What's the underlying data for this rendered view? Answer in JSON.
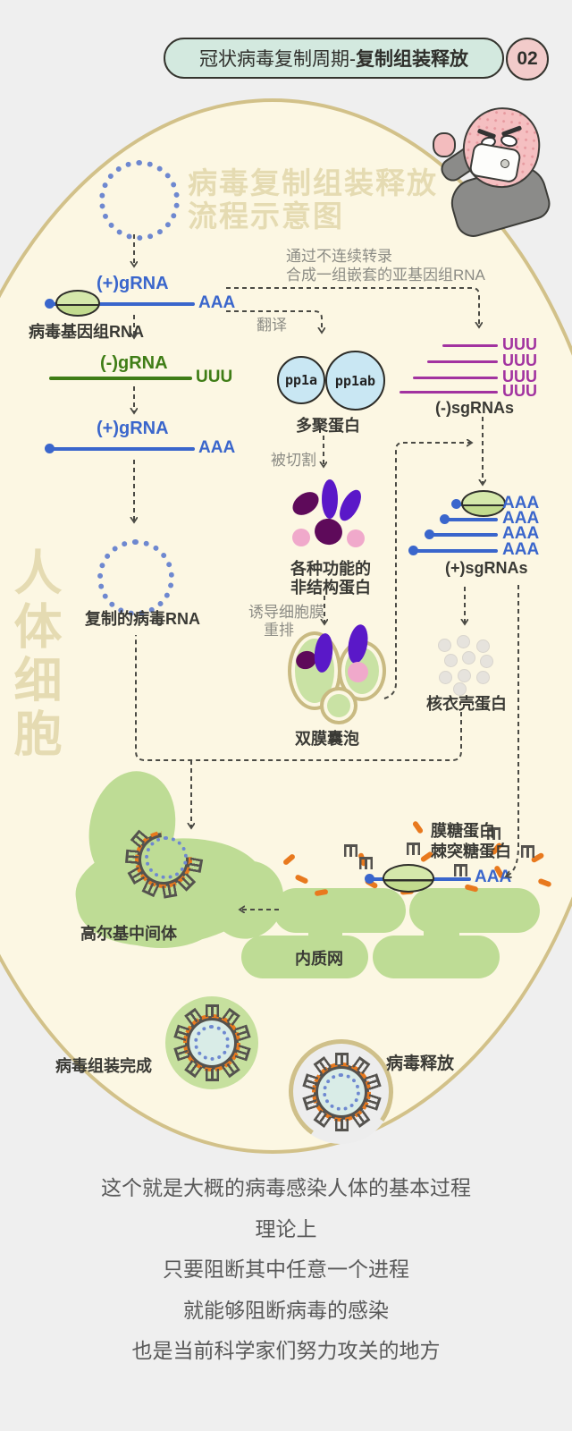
{
  "header": {
    "title_prefix": "冠状病毒复制周期-",
    "title_bold": "复制组装释放",
    "badge": "02"
  },
  "cell": {
    "vertical_label": "人体细胞",
    "diagram_title_line1": "病毒复制组装释放",
    "diagram_title_line2": "流程示意图"
  },
  "rna": {
    "aaa": "AAA",
    "uuu": "UUU"
  },
  "steps": {
    "genome_rna": {
      "name": "(+)gRNA",
      "label": "病毒基因组RNA"
    },
    "neg_grna": {
      "name": "(-)gRNA"
    },
    "pos_grna": {
      "name": "(+)gRNA"
    },
    "replicated_rna": {
      "label": "复制的病毒RNA"
    },
    "transcription_note": {
      "line1": "通过不连续转录",
      "line2": "合成一组嵌套的亚基因组RNA"
    },
    "translate_label": "翻译",
    "polyproteins": {
      "pp1a": "pp1a",
      "pp1ab": "pp1ab",
      "label": "多聚蛋白"
    },
    "cleave_label": "被切割",
    "nsp": {
      "line1": "各种功能的",
      "line2": "非结构蛋白"
    },
    "neg_sgrnas": {
      "label": "(-)sgRNAs"
    },
    "pos_sgrnas": {
      "label": "(+)sgRNAs"
    },
    "induce": {
      "line1": "诱导细胞膜",
      "line2": "重排"
    },
    "dmv": {
      "label": "双膜囊泡"
    },
    "nucleocapsid": {
      "label": "核衣壳蛋白"
    },
    "golgi": {
      "label": "高尔基中间体"
    },
    "er": {
      "label": "内质网"
    },
    "legend": {
      "membrane": "膜糖蛋白",
      "spike": "棘突糖蛋白"
    },
    "assembled": {
      "label": "病毒组装完成"
    },
    "released": {
      "label": "病毒释放"
    }
  },
  "footer": {
    "lines": [
      "这个就是大概的病毒感染人体的基本过程",
      "理论上",
      "只要阻断其中任意一个进程",
      "就能够阻断病毒的感染",
      "也是当前科学家们努力攻关的地方"
    ]
  },
  "colors": {
    "accent_blue": "#3a66cc",
    "accent_green": "#3f7d16",
    "accent_purple": "#a233a0",
    "violet": "#5a18c8",
    "dark_purple": "#5e0a5a",
    "pink": "#f0a9cb",
    "orange": "#e8791e",
    "cell_fill": "#fcf7e3",
    "cell_border": "#d2c189",
    "organelle_green": "#bedc95",
    "header_mint": "#d3e9df",
    "badge_pink": "#f2cbca",
    "membrane_gray": "#54524e"
  }
}
